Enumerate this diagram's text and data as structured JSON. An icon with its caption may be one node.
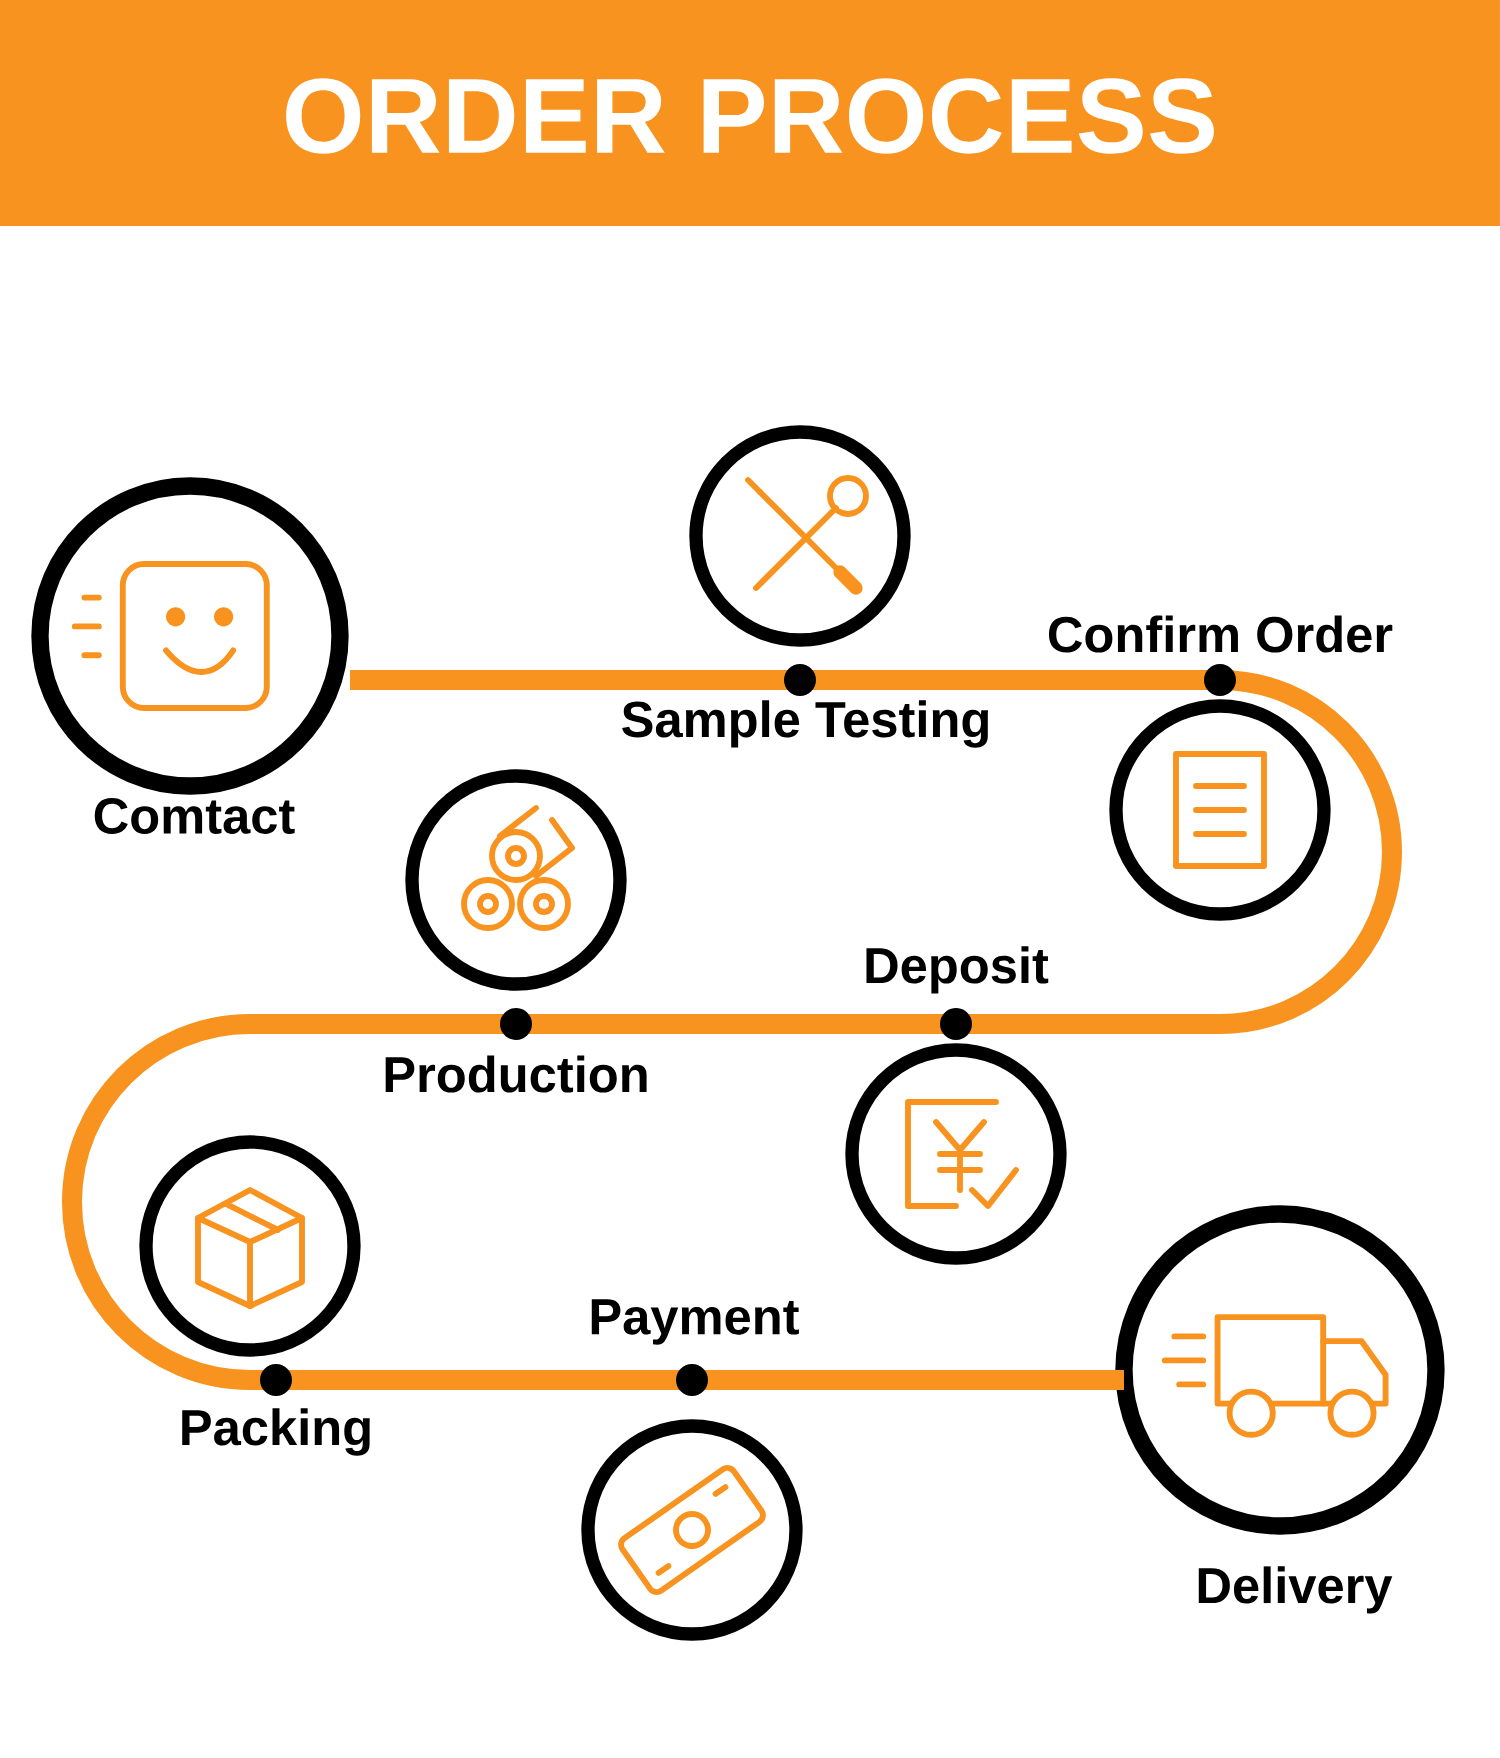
{
  "diagram": {
    "title": "ORDER PROCESS",
    "nodes": [
      {
        "text": [
          "Comtact"
        ]
      },
      {
        "text": [
          "Sample Testing"
        ]
      },
      {
        "text": [
          "Confirm Order"
        ]
      },
      {
        "text": [
          "Deposit"
        ]
      },
      {
        "text": [
          "Production"
        ]
      },
      {
        "text": [
          "Packing"
        ]
      },
      {
        "text": [
          "Payment"
        ]
      },
      {
        "text": [
          "Delivery"
        ]
      }
    ],
    "edges": [
      {
        "from": 0,
        "to": 1,
        "arrow": "none"
      },
      {
        "from": 1,
        "to": 2,
        "arrow": "none"
      },
      {
        "from": 2,
        "to": 3,
        "arrow": "none"
      },
      {
        "from": 3,
        "to": 4,
        "arrow": "none"
      },
      {
        "from": 4,
        "to": 5,
        "arrow": "none"
      },
      {
        "from": 5,
        "to": 6,
        "arrow": "none"
      },
      {
        "from": 6,
        "to": 7,
        "arrow": "none"
      }
    ]
  }
}
